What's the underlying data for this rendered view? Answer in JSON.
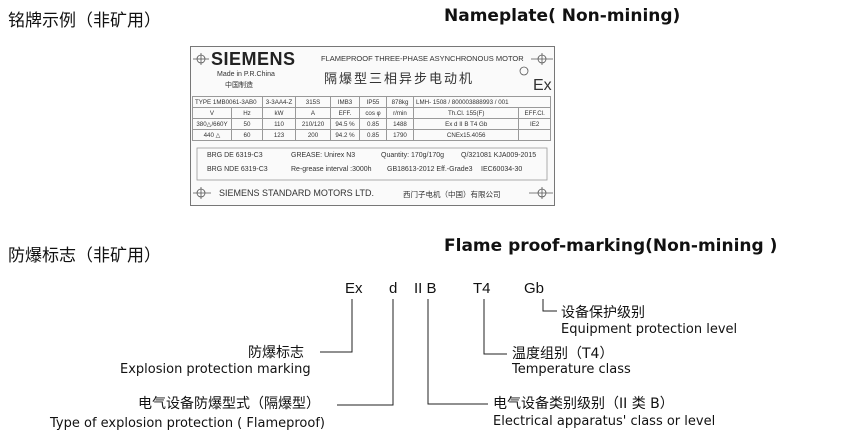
{
  "headings": {
    "nameplate_cn": "铭牌示例（非矿用）",
    "nameplate_en": "Nameplate( Non-mining)",
    "marking_cn": "防爆标志（非矿用）",
    "marking_en": "Flame proof-marking(Non-mining )"
  },
  "plate": {
    "brand": "SIEMENS",
    "made_in": "Made in P.R.China",
    "made_in_cn": "中国制造",
    "motor_type_en": "FLAMEPROOF THREE-PHASE ASYNCHRONOUS MOTOR",
    "motor_type_cn": "隔爆型三相异步电动机",
    "ex": "Ex",
    "rows": [
      [
        "TYPE  1MB0061-3AB0",
        "3-3AA4-Z",
        "315S",
        "IMB3",
        "IP55",
        "878kg",
        "LMH- 1508 / 800003888993 / 001",
        "",
        "",
        ""
      ],
      [
        "V",
        "Hz",
        "kW",
        "A",
        "EFF.",
        "cos φ",
        "r/min",
        "Th.Cl. 155(F)",
        "EFF.Cl."
      ],
      [
        "380△/660Y",
        "50",
        "110",
        "210/120",
        "94.5 %",
        "0.85",
        "1488",
        "Ex d  II B T4 Gb",
        "IE2"
      ],
      [
        "440 △",
        "60",
        "123",
        "200",
        "94.2 %",
        "0.85",
        "1790",
        "CNEx15.4056",
        ""
      ]
    ],
    "brg_de": "BRG DE 6319-C3",
    "grease": "GREASE: Unirex N3",
    "quantity": "Quantity: 170g/170g",
    "q_no": "Q/321081 KJA009-2015",
    "brg_nde": "BRG NDE 6319-C3",
    "regrease": "Re-grease interval :3000h",
    "gb": "GB18613-2012 Eff.-Grade3",
    "iec": "IEC60034-30",
    "maker": "SIEMENS STANDARD MOTORS LTD.",
    "maker_cn": "西门子电机（中国）有限公司"
  },
  "marking": {
    "codes": [
      "Ex",
      "d",
      "II B",
      "T4",
      "Gb"
    ],
    "labels": {
      "epl_cn": "设备保护级别",
      "epl_en": "Equipment protection level",
      "temp_cn": "温度组别（T4）",
      "temp_en": "Temperature class",
      "ex_cn": "防爆标志",
      "ex_en": "Explosion protection marking",
      "type_cn": "电气设备防爆型式（隔爆型）",
      "type_en": "Type of explosion protection ( Flameproof)",
      "group_cn": "电气设备类别级别（II 类 B）",
      "group_en": "Electrical apparatus' class or level"
    }
  }
}
